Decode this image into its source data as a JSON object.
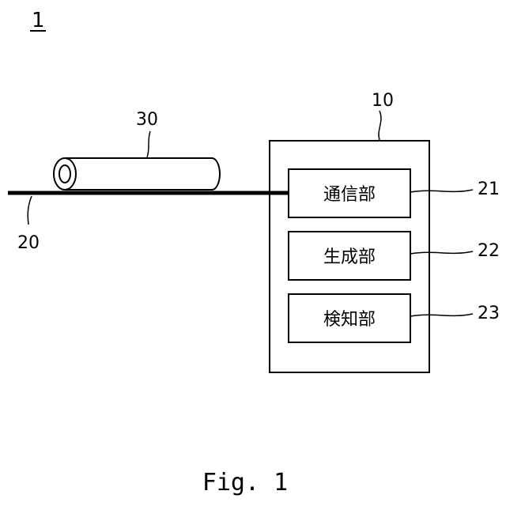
{
  "figure_number_label": "1",
  "system": {
    "ref": "10"
  },
  "cable": {
    "ref": "20"
  },
  "tube": {
    "ref": "30"
  },
  "units": [
    {
      "label": "通信部",
      "ref": "21"
    },
    {
      "label": "生成部",
      "ref": "22"
    },
    {
      "label": "検知部",
      "ref": "23"
    }
  ],
  "caption": "Fig. 1"
}
